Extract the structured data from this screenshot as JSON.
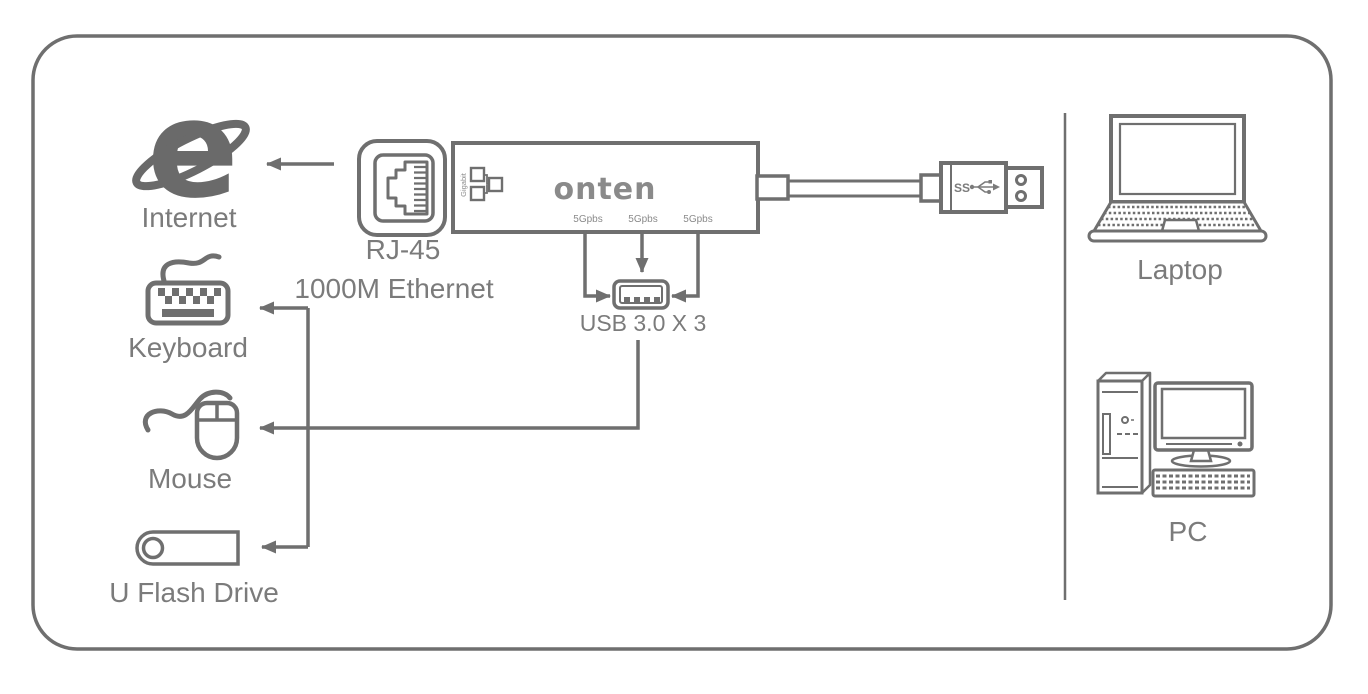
{
  "colors": {
    "line": "#6f6f6f",
    "text": "#7b7b7b",
    "logo_gray": "#8a8a8a",
    "ie_gray": "#6a6a6a",
    "background": "#ffffff"
  },
  "labels": {
    "internet": "Internet",
    "rj45": "RJ-45",
    "ethernet": "1000M Ethernet",
    "keyboard": "Keyboard",
    "mouse": "Mouse",
    "flash_drive": "U Flash Drive",
    "usb_ports": "USB 3.0 X 3",
    "laptop": "Laptop",
    "pc": "PC"
  },
  "hub": {
    "brand": "onten",
    "gigabit": "Gigabit",
    "speeds": [
      "5Gpbs",
      "5Gpbs",
      "5Gpbs"
    ],
    "usb_logo": "SS"
  },
  "icons": {
    "ie_glyph": "e"
  }
}
